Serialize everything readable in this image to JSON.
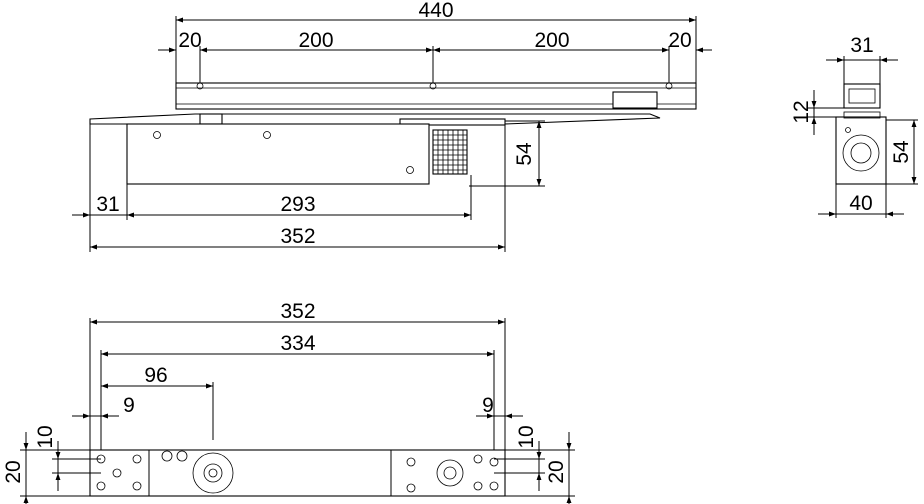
{
  "drawing": {
    "top_view": {
      "rail_length": "440",
      "rail_end_left": "20",
      "rail_mid_left": "200",
      "rail_mid_right": "200",
      "rail_end_right": "20",
      "body_offset": "31",
      "body_arm_span": "293",
      "body_length": "352",
      "body_height": "54"
    },
    "side_view": {
      "rail_width": "31",
      "rail_height": "12",
      "body_height": "54",
      "body_width": "40"
    },
    "bottom_view": {
      "overall_length": "352",
      "hole_span": "334",
      "axis_offset": "96",
      "edge_left": "9",
      "edge_right": "9",
      "hole_pitch_left": "10",
      "hole_pitch_right": "10",
      "height_left": "20",
      "height_right": "20"
    }
  }
}
